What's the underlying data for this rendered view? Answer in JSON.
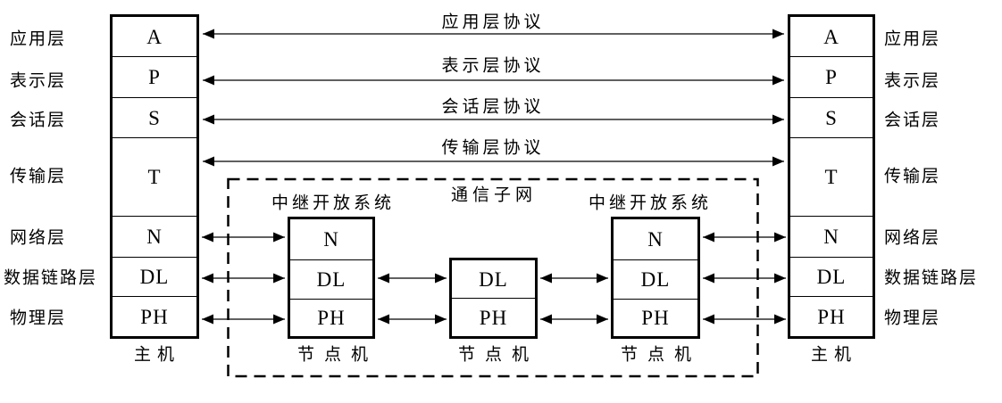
{
  "diagram": {
    "title_hint": "OSI seven-layer reference model with communication subnet",
    "layers": [
      {
        "abbr": "A",
        "label": "应用层"
      },
      {
        "abbr": "P",
        "label": "表示层"
      },
      {
        "abbr": "S",
        "label": "会话层"
      },
      {
        "abbr": "T",
        "label": "传输层"
      },
      {
        "abbr": "N",
        "label": "网络层"
      },
      {
        "abbr": "DL",
        "label": "数据链路层"
      },
      {
        "abbr": "PH",
        "label": "物理层"
      }
    ],
    "protocols": [
      {
        "label": "应用层协议"
      },
      {
        "label": "表示层协议"
      },
      {
        "label": "会话层协议"
      },
      {
        "label": "传输层协议"
      }
    ],
    "hosts": [
      {
        "caption": "主机",
        "rows": [
          "A",
          "P",
          "S",
          "T",
          "N",
          "DL",
          "PH"
        ]
      },
      {
        "caption": "主机",
        "rows": [
          "A",
          "P",
          "S",
          "T",
          "N",
          "DL",
          "PH"
        ]
      }
    ],
    "subnet": {
      "label": "通信子网",
      "relays": [
        {
          "label": "中继开放系统"
        },
        {
          "label": "中继开放系统"
        }
      ],
      "nodes": [
        {
          "caption": "节点机",
          "rows": [
            "N",
            "DL",
            "PH"
          ]
        },
        {
          "caption": "节点机",
          "rows": [
            "DL",
            "PH"
          ]
        },
        {
          "caption": "节点机",
          "rows": [
            "N",
            "DL",
            "PH"
          ]
        }
      ]
    },
    "colors": {
      "ink": "#000000",
      "background": "#ffffff"
    }
  }
}
